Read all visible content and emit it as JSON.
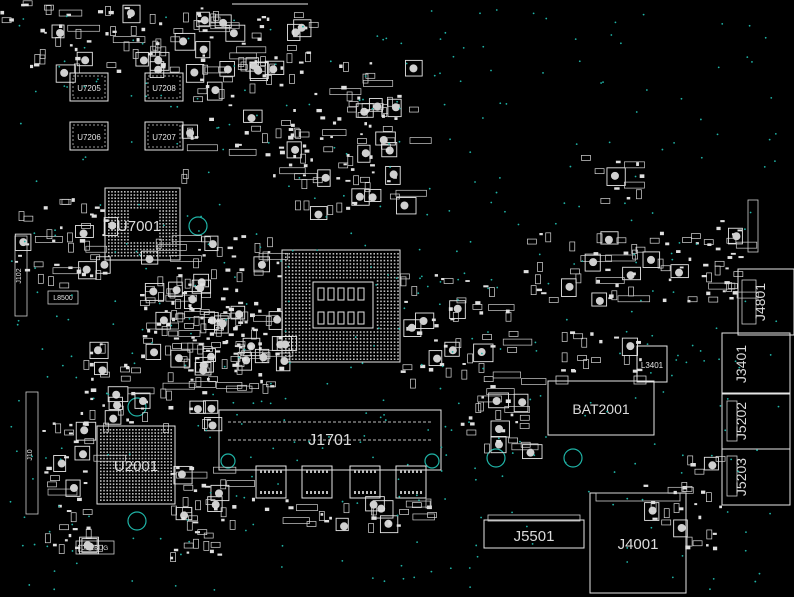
{
  "designators": {
    "u7205": "U7205",
    "u7208": "U7208",
    "u7206": "U7206",
    "u7207": "U7207",
    "u7001": "U7001",
    "u2001": "U2001",
    "j1701": "J1701",
    "bat2001": "BAT2001",
    "j4801": "J4801",
    "j3401": "J3401",
    "j5202": "J5202",
    "j5203": "J5203",
    "j5501": "J5501",
    "j4001": "J4001",
    "l3401": "L3401",
    "l8500": "L8500",
    "jdebug": "JDEBUG",
    "j10": "J10",
    "jleft": "J102"
  },
  "colors": {
    "background": "#000000",
    "silkscreen": "#e6e6e6",
    "via": "#1fb3a6"
  }
}
